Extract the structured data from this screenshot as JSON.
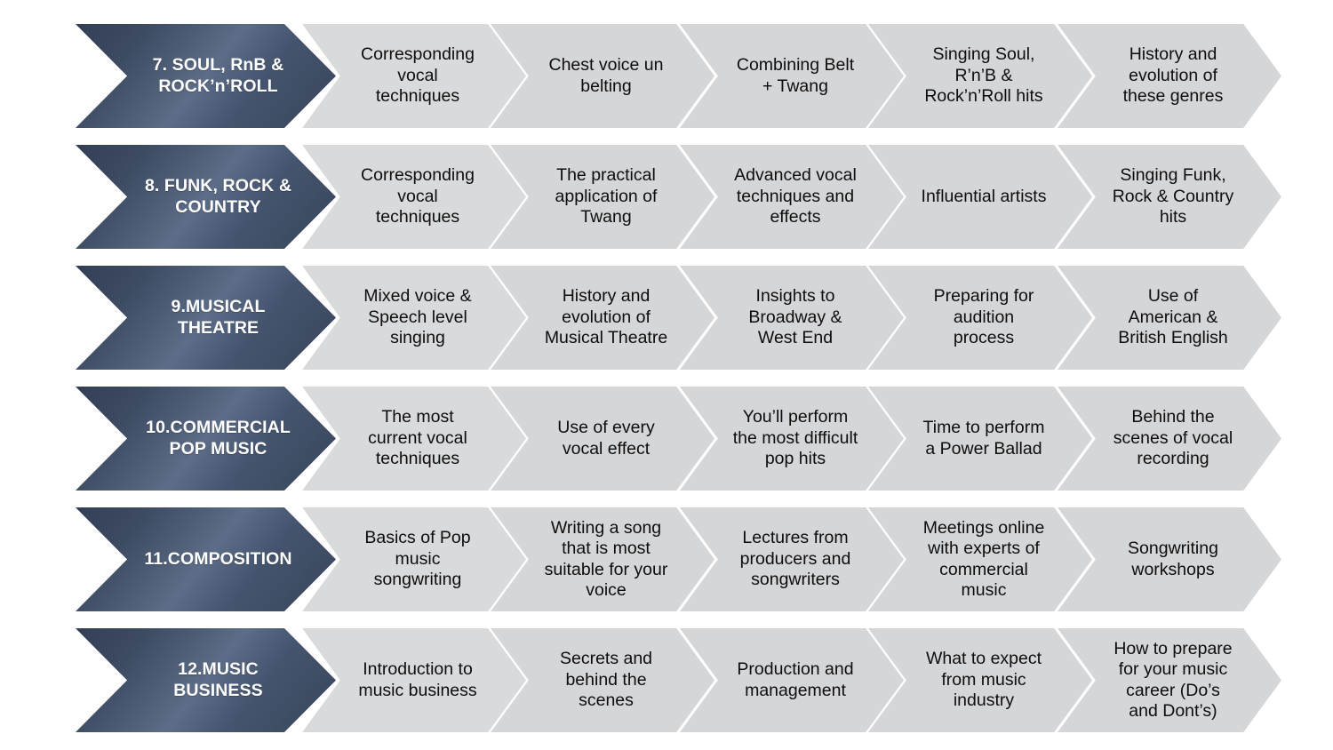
{
  "diagram": {
    "type": "chevron-process-matrix",
    "columns": 6,
    "rows_count": 6,
    "colors": {
      "label_dark": "#3d4b63",
      "label_highlight": "#5d6d87",
      "step_gray": "#d5d6d8",
      "label_text": "#ffffff",
      "step_text": "#0d0d0d",
      "background": "#ffffff"
    },
    "rows": [
      {
        "label": "7. SOUL, RnB &\nROCK’n’ROLL",
        "steps": [
          "Corresponding\nvocal\ntechniques",
          "Chest voice un\nbelting",
          "Combining  Belt\n+ Twang",
          "Singing Soul,\nR’n’B &\nRock’n’Roll hits",
          "History and\nevolution of\nthese genres"
        ]
      },
      {
        "label": "8. FUNK, ROCK &\nCOUNTRY",
        "steps": [
          "Corresponding\nvocal\ntechniques",
          "The practical\napplication of\nTwang",
          "Advanced vocal\ntechniques and\neffects",
          "Influential artists",
          "Singing Funk,\nRock & Country\nhits"
        ]
      },
      {
        "label": "9.MUSICAL\nTHEATRE",
        "steps": [
          "Mixed voice &\nSpeech level\nsinging",
          "History and\nevolution of\nMusical Theatre",
          "Insights to\nBroadway &\nWest End",
          "Preparing for\naudition\nprocess",
          "Use of\nAmerican &\nBritish English"
        ]
      },
      {
        "label": "10.COMMERCIAL\nPOP MUSIC",
        "steps": [
          "The most\ncurrent vocal\ntechniques",
          "Use of every\nvocal effect",
          "You’ll perform\nthe most difficult\npop hits",
          "Time to perform\na Power Ballad",
          "Behind the\nscenes of vocal\nrecording"
        ]
      },
      {
        "label": "11.COMPOSITION",
        "steps": [
          "Basics of Pop\nmusic\nsongwriting",
          "Writing a song\nthat is most\nsuitable for your\nvoice",
          "Lectures from\nproducers and\nsongwriters",
          "Meetings online\nwith experts of\ncommercial\nmusic",
          "Songwriting\nworkshops"
        ]
      },
      {
        "label": "12.MUSIC\nBUSINESS",
        "steps": [
          "Introduction to\nmusic business",
          "Secrets and\nbehind the\nscenes",
          "Production and\nmanagement",
          "What to expect\nfrom music\nindustry",
          "How to prepare\nfor your music\ncareer (Do’s\nand Dont’s)"
        ]
      }
    ]
  }
}
